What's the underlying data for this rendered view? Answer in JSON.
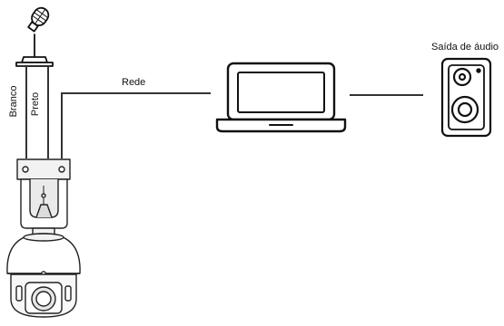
{
  "labels": {
    "network": "Rede",
    "audio_output": "Saída de áudio",
    "wire_white": "Branco",
    "wire_black": "Preto"
  },
  "colors": {
    "stroke": "#111111",
    "line": "#333333",
    "camera_fill": "#ffffff",
    "camera_shade": "#e6e6e6"
  },
  "icons": {
    "microphone": "microphone-icon",
    "laptop": "laptop-icon",
    "speaker": "speaker-icon",
    "camera": "ptz-camera-icon"
  }
}
